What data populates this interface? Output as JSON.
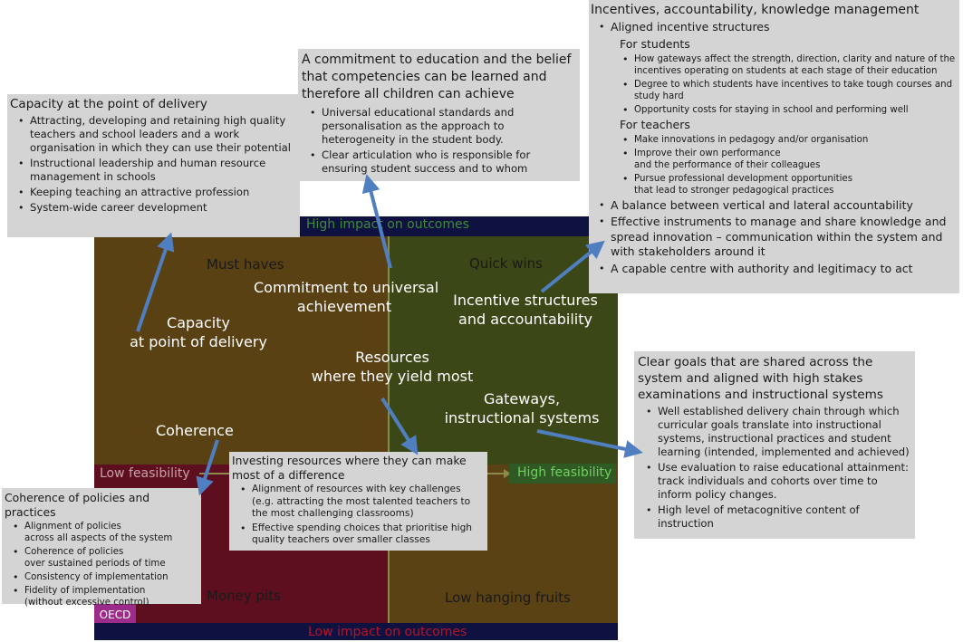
{
  "colors": {
    "must_haves": "#5a4114",
    "quick_wins": "#3c4718",
    "money_pits": "#5e0f1f",
    "low_hanging": "#5a4214",
    "navy": "#0f1240",
    "arrow": "#4f7fc0",
    "box": "#d4d4d4",
    "green_label": "#2f5a23",
    "axis_green": "#3f8a3a",
    "axis_red": "#b91228"
  },
  "axes": {
    "high_impact": "High impact on outcomes",
    "low_impact": "Low impact on outcomes",
    "low_feasibility": "Low feasibility",
    "high_feasibility": "High feasibility"
  },
  "quadrants": {
    "must_haves": "Must haves",
    "quick_wins": "Quick wins",
    "money_pits": "Money pits",
    "low_hanging": "Low hanging fruits"
  },
  "labels": {
    "commitment": [
      "Commitment to universal",
      "achievement"
    ],
    "incentive": [
      "Incentive structures",
      "and accountability"
    ],
    "capacity": [
      "Capacity",
      "at point of delivery"
    ],
    "resources": [
      "Resources",
      "where they yield most"
    ],
    "gateways": [
      "Gateways,",
      "instructional systems"
    ],
    "coherence": "Coherence"
  },
  "logo": "OECD",
  "boxes": {
    "capacity": {
      "title": "Capacity at the point of delivery",
      "items": [
        "Attracting, developing and retaining high quality teachers and school leaders and a work organisation in which they can use their potential",
        "Instructional  leadership and human resource management in schools",
        "Keeping teaching an attractive profession",
        "System-wide career development"
      ]
    },
    "commitment": {
      "title": "A commitment to education and the belief that competencies can be learned and therefore all children can achieve",
      "items": [
        "Universal educational standards and personalisation as the approach to heterogeneity in the student body.",
        "Clear articulation who is responsible for ensuring student success and to whom"
      ]
    },
    "incentives": {
      "title": "Incentives, accountability, knowledge management",
      "first": "Aligned incentive structures",
      "students_head": "For students",
      "students": [
        "How gateways affect the strength, direction, clarity and nature of the incentives operating on students at each stage of their education",
        "Degree to which students have incentives to take tough courses and study hard",
        "Opportunity costs for staying in school and performing well"
      ],
      "teachers_head": "For teachers",
      "teachers": [
        "Make innovations in pedagogy and/or organisation",
        "Improve their own performance\nand the performance of their colleagues",
        "Pursue professional development opportunities\nthat lead to stronger pedagogical practices"
      ],
      "rest": [
        "A balance between vertical and lateral accountability",
        "Effective instruments to manage and share knowledge and spread innovation – communication within the system and with stakeholders around it",
        "A capable centre with authority and legitimacy to act"
      ]
    },
    "goals": {
      "title": "Clear goals that are shared across the system and aligned with high stakes examinations and instructional systems",
      "items": [
        "Well established delivery chain through which curricular goals translate into instructional systems, instructional practices and student learning (intended, implemented and achieved)",
        "Use evaluation to raise educational attainment: track individuals and cohorts over time to inform policy changes.",
        "High level of metacognitive content of instruction"
      ]
    },
    "resources": {
      "title": "Investing resources where they can make most of a difference",
      "items": [
        "Alignment of resources with key challenges (e.g. attracting the most talented teachers to the most challenging classrooms)",
        "Effective spending choices that prioritise high quality teachers over smaller classes"
      ]
    },
    "coherence": {
      "title": "Coherence of policies and practices",
      "items": [
        "Alignment of policies\nacross all aspects of the system",
        "Coherence of policies\nover sustained periods of time",
        "Consistency of implementation",
        "Fidelity of implementation\n(without excessive control)"
      ]
    }
  }
}
